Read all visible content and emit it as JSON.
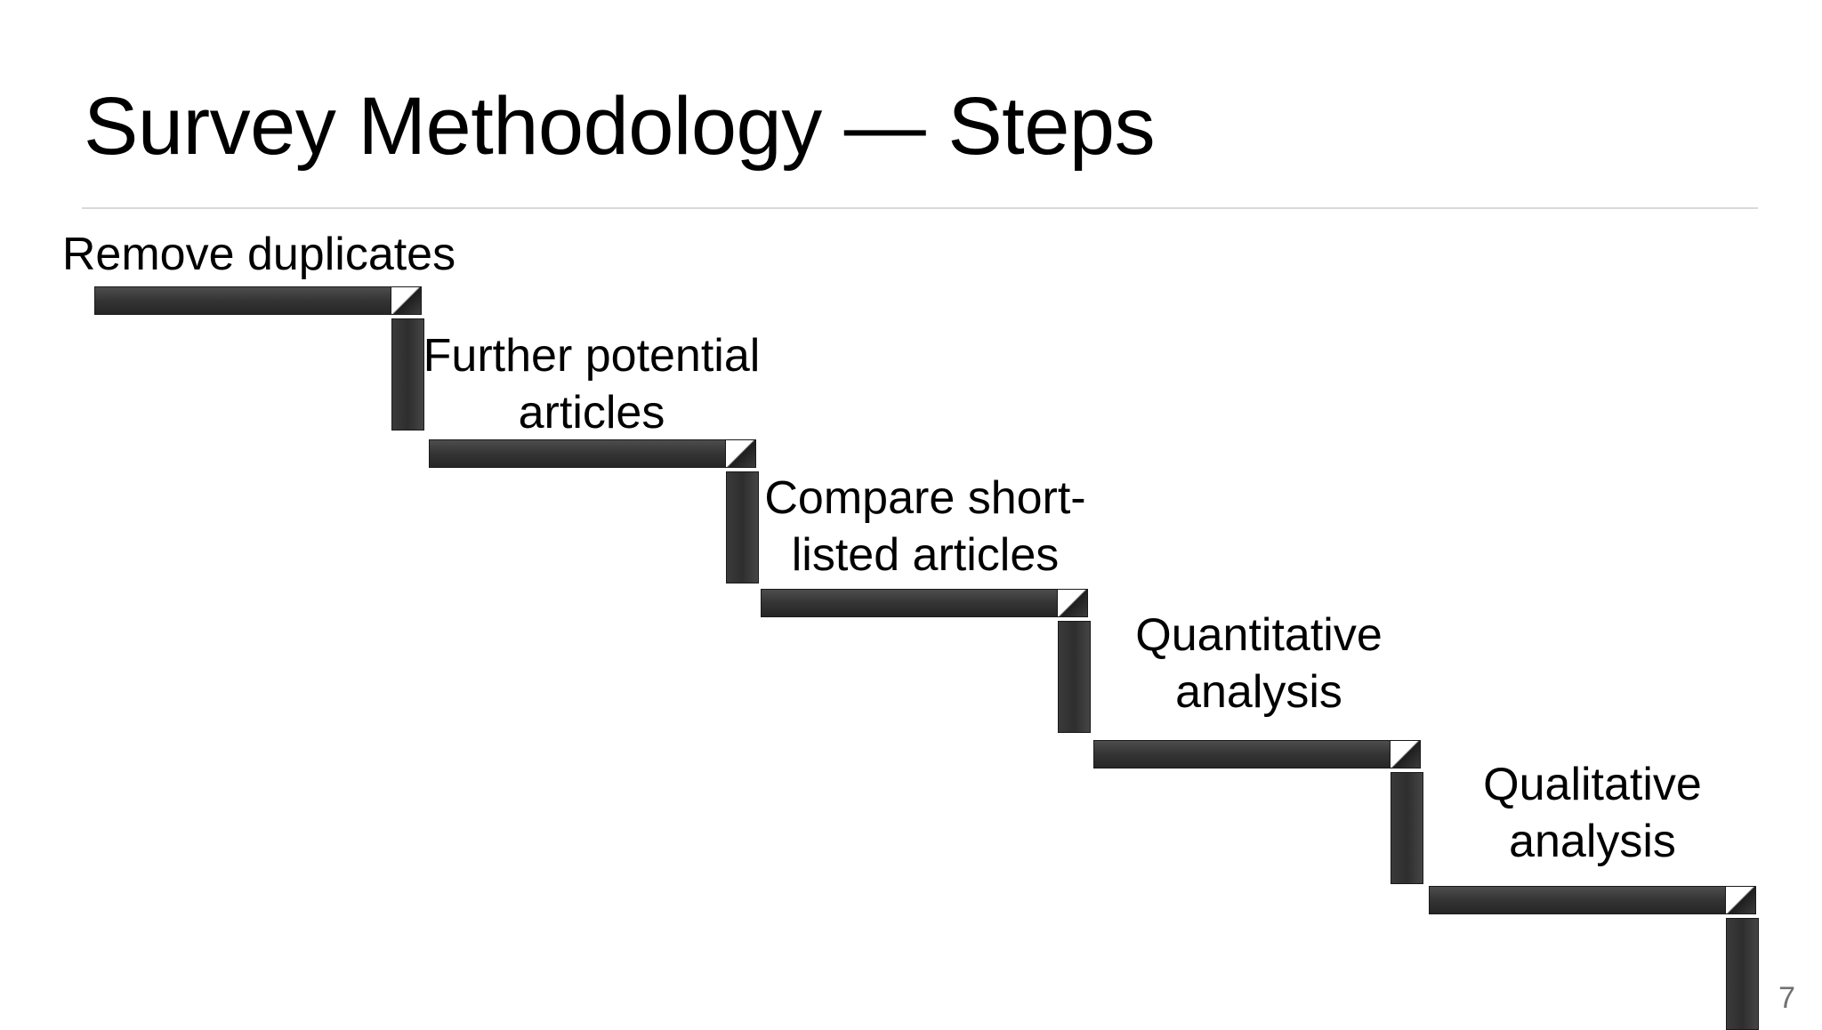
{
  "slide": {
    "title": "Survey Methodology — Steps",
    "page_number": "7"
  },
  "steps": [
    {
      "line1": "Remove duplicates"
    },
    {
      "line1": "Further potential",
      "line2": "articles"
    },
    {
      "line1": "Compare short-",
      "line2": "listed articles"
    },
    {
      "line1": "Quantitative",
      "line2": "analysis"
    },
    {
      "line1": "Qualitative",
      "line2": "analysis"
    }
  ]
}
